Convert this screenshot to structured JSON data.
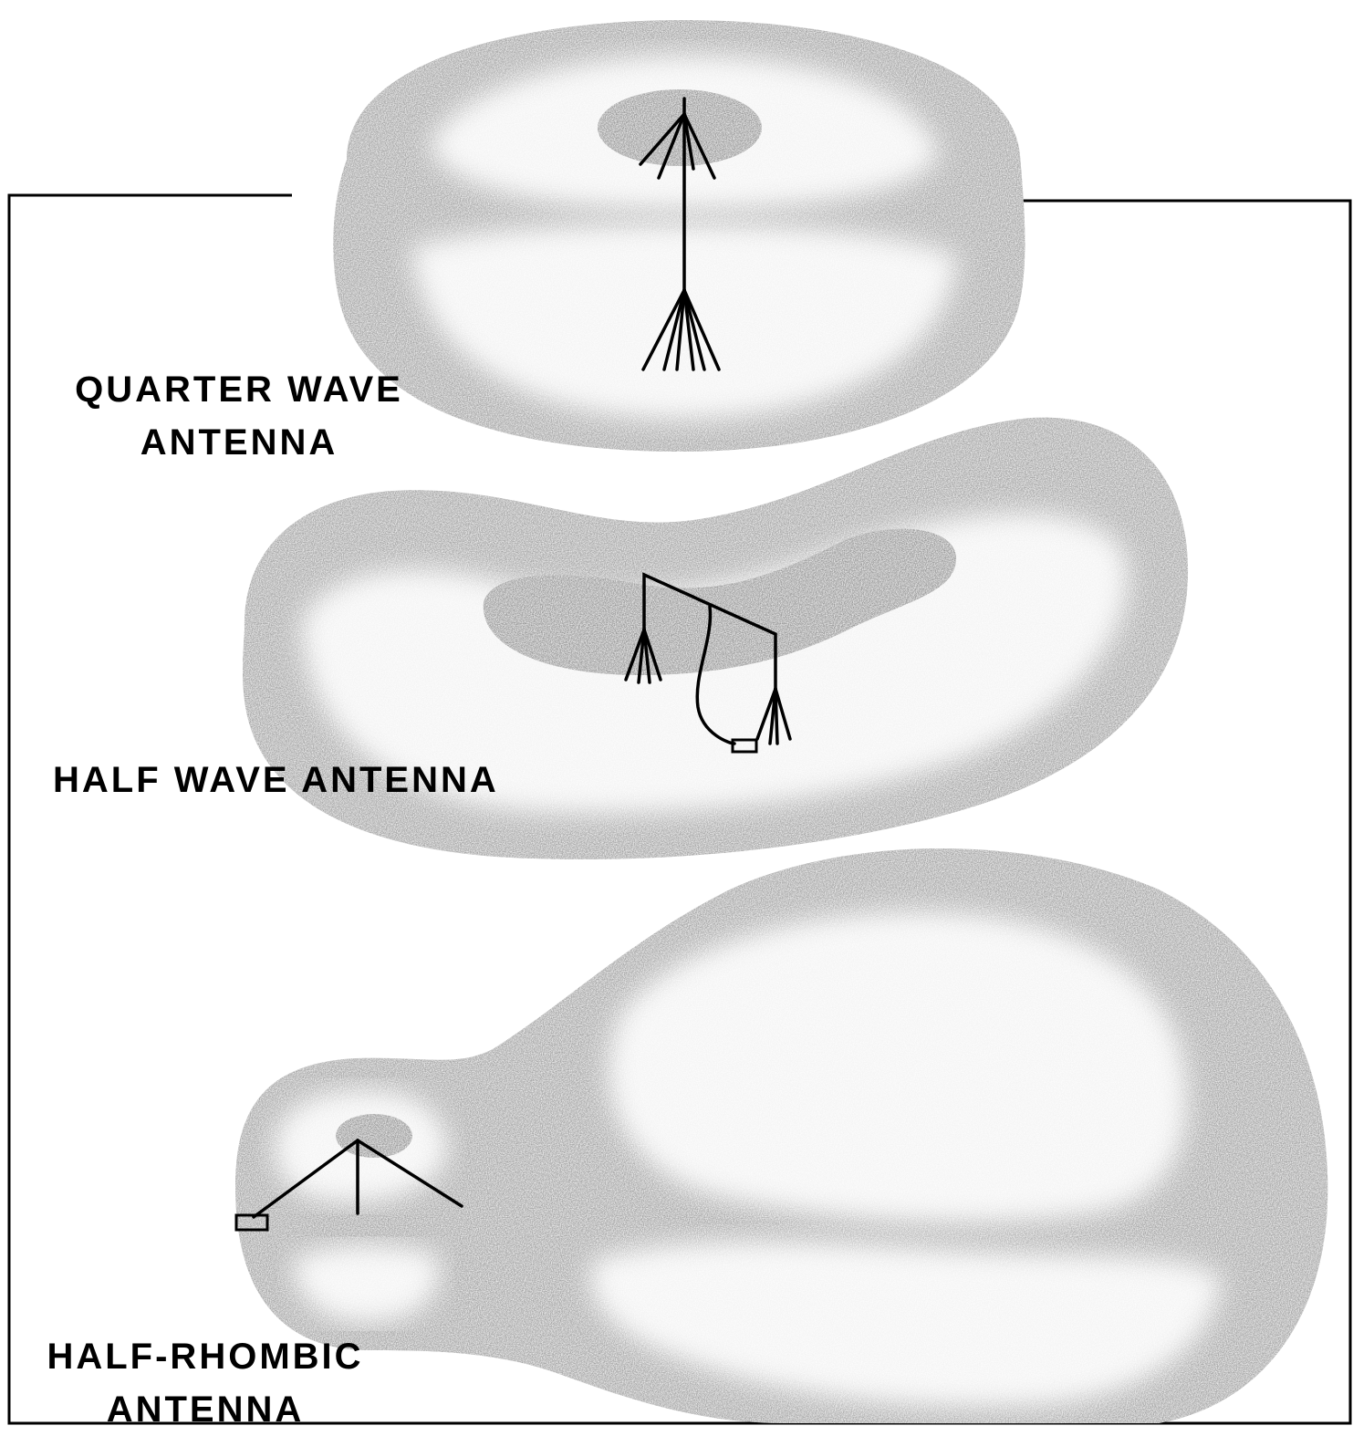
{
  "colors": {
    "lobe_fill": "#a6a6a6",
    "lobe_inner": "#f4f4f4",
    "hole_fill": "#9a9a9a",
    "line": "#000000",
    "background": "#ffffff"
  },
  "labels": {
    "quarter_wave": [
      "QUARTER WAVE",
      "ANTENNA"
    ],
    "half_wave": [
      "HALF WAVE ANTENNA"
    ],
    "half_rhombic": [
      "HALF-RHOMBIC",
      "ANTENNA"
    ]
  }
}
